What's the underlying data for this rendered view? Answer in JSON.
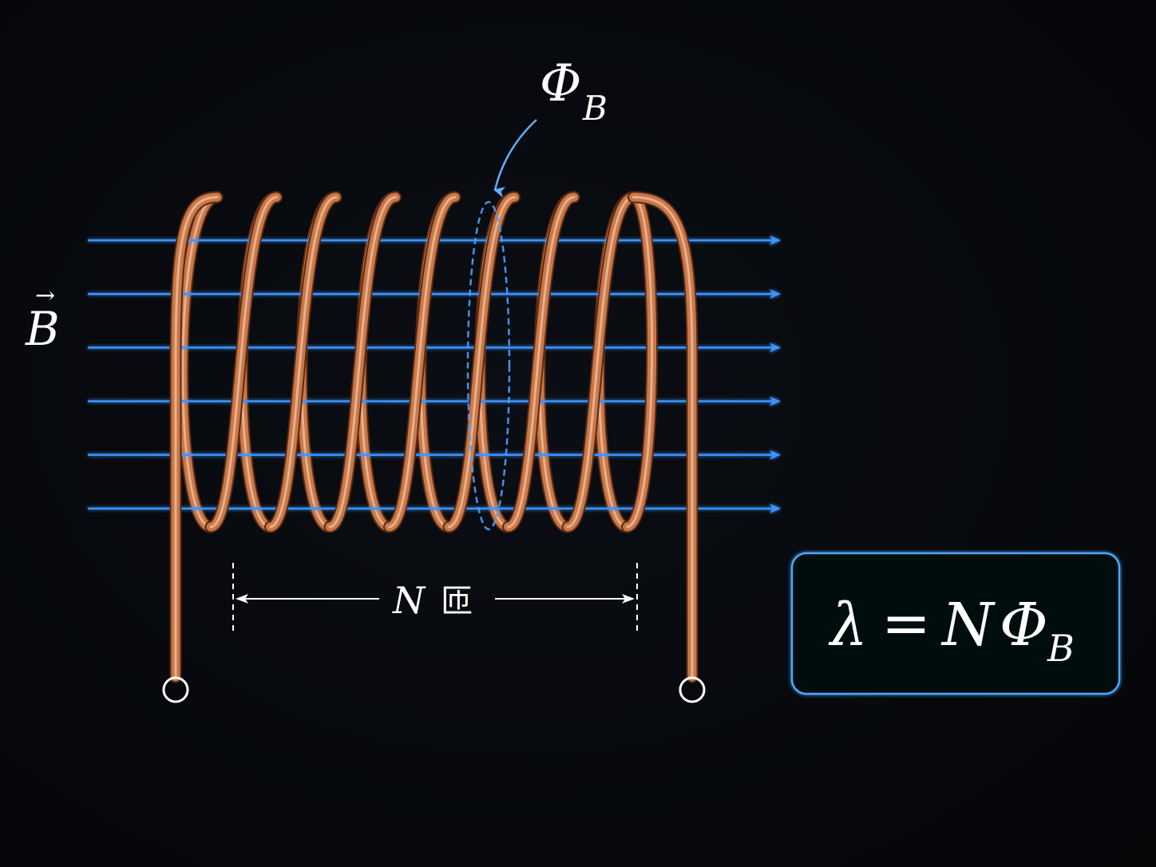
{
  "field_label": {
    "symbol": "B",
    "vector_arrow": "→"
  },
  "flux_label": {
    "symbol": "Φ",
    "subscript": "B"
  },
  "turns_label": {
    "symbol": "N",
    "unit": "匝"
  },
  "formula": {
    "lhs": "λ",
    "equals": "=",
    "coefficient": "N",
    "symbol": "Φ",
    "subscript": "B"
  },
  "field_lines": {
    "count": 6
  },
  "coil": {
    "turns_drawn": 8
  },
  "colors": {
    "background": "#07090d",
    "copper": "#c8784a",
    "field": "#2f8cff",
    "label": "#ffffff",
    "box_border": "#4aa8ff"
  }
}
